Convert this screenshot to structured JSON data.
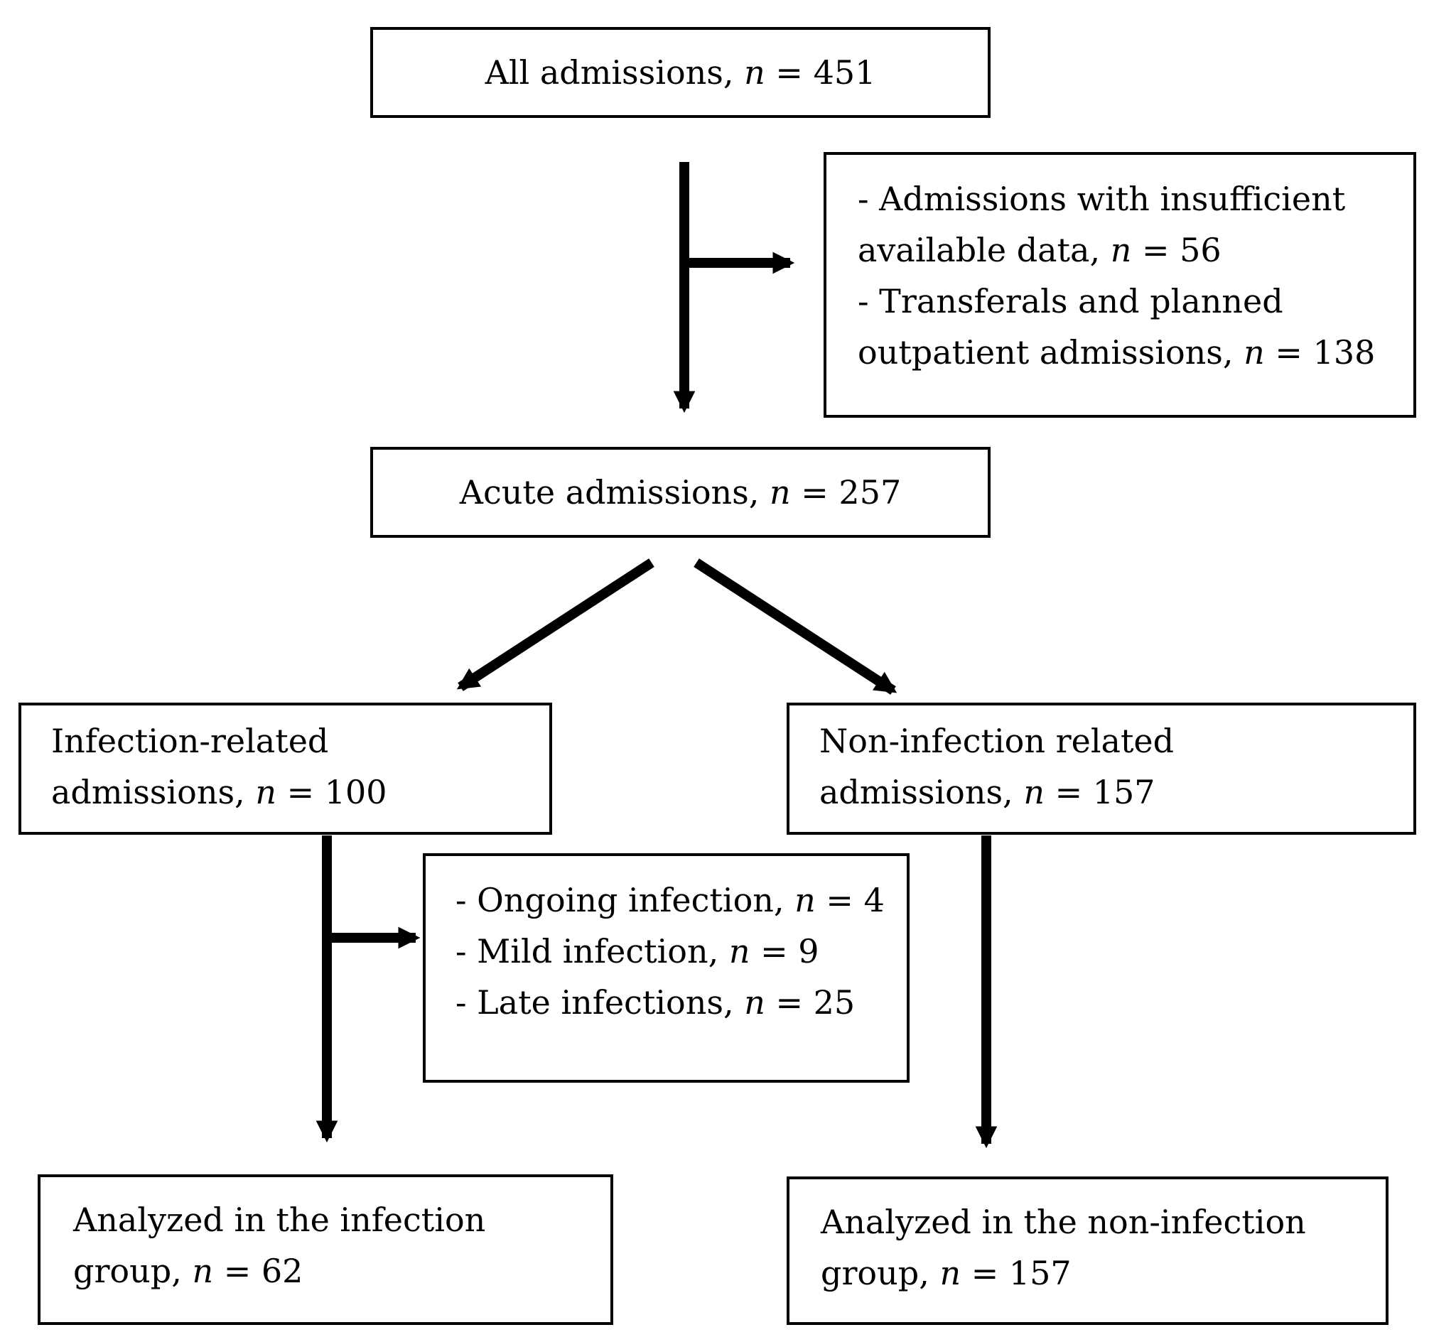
{
  "boxes": {
    "all_admissions": {
      "prefix": "All admissions, ",
      "n_symbol": "n",
      "suffix": " = 451"
    },
    "exclusion_1": {
      "line1": "- Admissions with insufficient",
      "line2_prefix": "available data, ",
      "line2_n": "n",
      "line2_suffix": " = 56",
      "line3": "- Transferals and planned",
      "line4_prefix": "outpatient admissions, ",
      "line4_n": "n",
      "line4_suffix": " = 138"
    },
    "acute_admissions": {
      "prefix": "Acute admissions, ",
      "n_symbol": "n",
      "suffix": " = 257"
    },
    "infection_related": {
      "line1": "Infection-related",
      "line2_prefix": "admissions, ",
      "line2_n": "n",
      "line2_suffix": " = 100"
    },
    "non_infection_related": {
      "line1": "Non-infection related",
      "line2_prefix": "admissions, ",
      "line2_n": "n",
      "line2_suffix": " = 157"
    },
    "exclusion_2": {
      "line1_prefix": "- Ongoing infection, ",
      "line1_n": "n",
      "line1_suffix": " = 4",
      "line2_prefix": "- Mild infection, ",
      "line2_n": "n",
      "line2_suffix": " = 9",
      "line3_prefix": "- Late infections, ",
      "line3_n": "n",
      "line3_suffix": " = 25"
    },
    "analyzed_infection": {
      "line1": "Analyzed in the infection",
      "line2_prefix": "group, ",
      "line2_n": "n",
      "line2_suffix": " = 62"
    },
    "analyzed_non_infection": {
      "line1": "Analyzed in the non-infection",
      "line2_prefix": "group, ",
      "line2_n": "n",
      "line2_suffix": " = 157"
    }
  },
  "colors": {
    "stroke": "#000000",
    "background": "#ffffff"
  }
}
